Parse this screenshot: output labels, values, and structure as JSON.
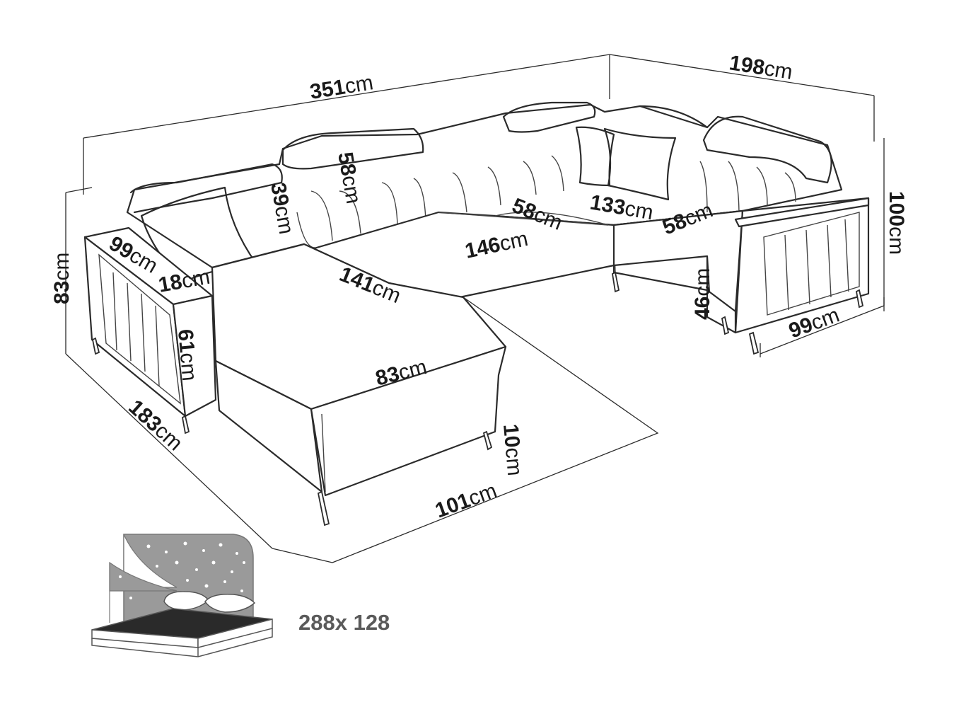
{
  "unit": "cm",
  "dimensions": {
    "total_width": "351",
    "right_depth": "198",
    "back_headrest": "58",
    "backrest": "39",
    "armrest_depth_left": "99",
    "armrest_width": "18",
    "armrest_height": "61",
    "left_height": "83",
    "left_depth": "183",
    "chaise_length": "141",
    "chaise_width": "83",
    "leg_height": "10",
    "chaise_front_width": "101",
    "seat_depth_middle": "58",
    "middle_length": "146",
    "corner_seat_length": "133",
    "right_seat_depth": "58",
    "seat_height": "46",
    "right_height": "100",
    "armrest_depth_right": "99"
  },
  "bed": {
    "size": "288x 128"
  }
}
